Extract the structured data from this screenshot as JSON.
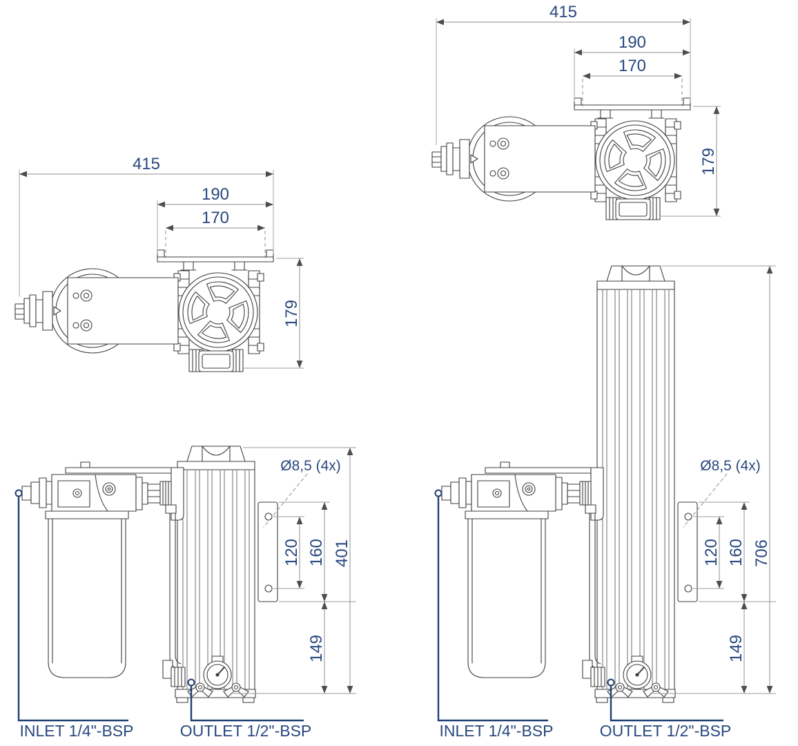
{
  "colors": {
    "drawing_line": "#3d3d3d",
    "dimension_line": "#8f8f8f",
    "accent_navy": "#28487e"
  },
  "views": {
    "top_left": {
      "overall_width": "415",
      "bracket_width": "190",
      "bracket_hole_spacing": "170",
      "depth": "179"
    },
    "top_right": {
      "overall_width": "415",
      "bracket_width": "190",
      "bracket_hole_spacing": "170",
      "depth": "179"
    },
    "front_left": {
      "mounting_hole_diameter": "Ø8,5 (4x)",
      "mounting_hole_spacing": "120",
      "plate_height": "160",
      "overall_height": "401",
      "lower_height": "149",
      "inlet_label": "INLET 1/4\"-BSP",
      "outlet_label": "OUTLET 1/2\"-BSP"
    },
    "front_right": {
      "mounting_hole_diameter": "Ø8,5 (4x)",
      "mounting_hole_spacing": "120",
      "plate_height": "160",
      "overall_height": "706",
      "lower_height": "149",
      "inlet_label": "INLET 1/4\"-BSP",
      "outlet_label": "OUTLET 1/2\"-BSP"
    }
  }
}
